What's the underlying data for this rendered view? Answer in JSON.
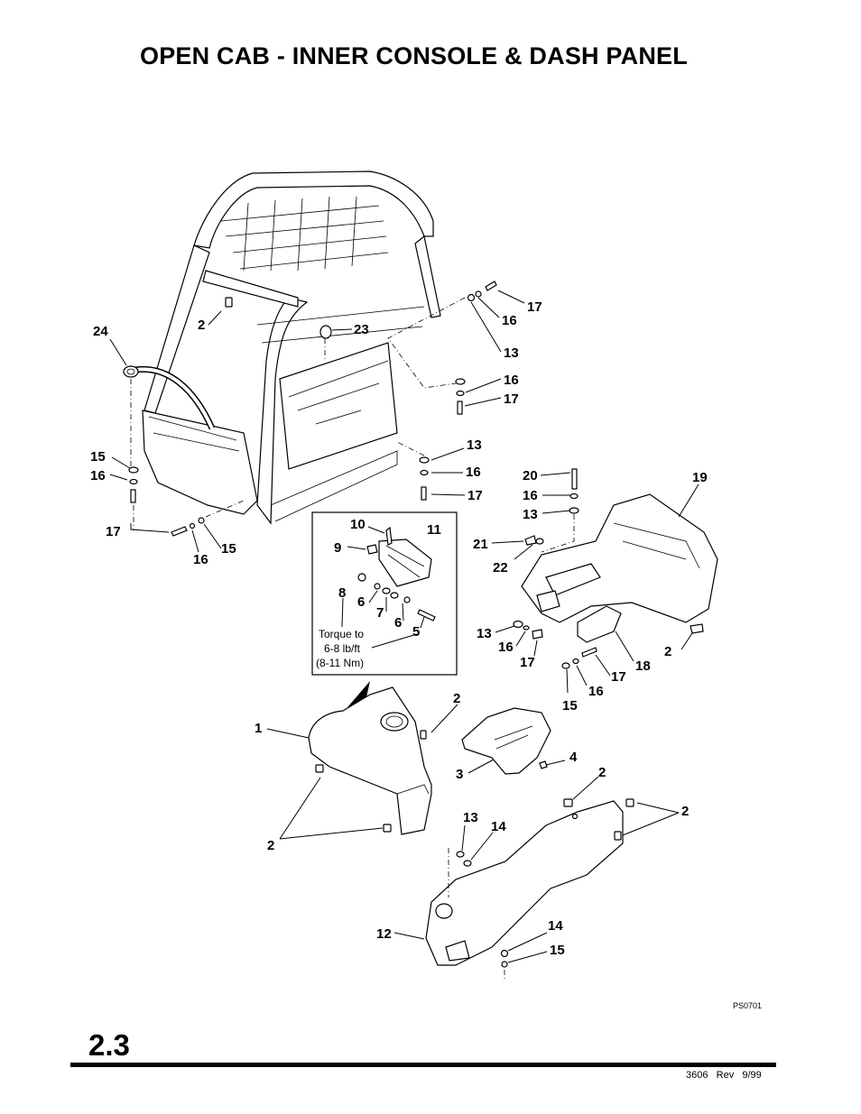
{
  "page": {
    "title": "OPEN CAB - INNER CONSOLE & DASH PANEL",
    "section_number": "2.3",
    "doc_ref": "3606   Rev   9/99",
    "figure_id": "PS0701"
  },
  "callouts": {
    "c24": "24",
    "c2a": "2",
    "c23": "23",
    "c17a": "17",
    "c16a": "16",
    "c13a": "13",
    "c16b": "16",
    "c17b": "17",
    "c13b": "13",
    "c16c": "16",
    "c17c": "17",
    "c15a": "15",
    "c16d": "16",
    "c17d": "17",
    "c16e": "16",
    "c15b": "15",
    "c20": "20",
    "c16f": "16",
    "c13c": "13",
    "c19": "19",
    "c21": "21",
    "c22": "22",
    "c13d": "13",
    "c16g": "16",
    "c17e": "17",
    "c18": "18",
    "c2b": "2",
    "c17f": "17",
    "c16h": "16",
    "c15c": "15",
    "c10": "10",
    "c11": "11",
    "c9": "9",
    "c8": "8",
    "c6a": "6",
    "c7": "7",
    "c6b": "6",
    "c5": "5",
    "c1": "1",
    "c2c": "2",
    "c2d": "2",
    "c3": "3",
    "c4": "4",
    "c2e": "2",
    "c2f": "2",
    "c13e": "13",
    "c14a": "14",
    "c12": "12",
    "c14b": "14",
    "c15d": "15"
  },
  "torque_note": {
    "line1": "Torque to",
    "line2": "6-8 lb/ft",
    "line3": "(8-11 Nm)"
  }
}
